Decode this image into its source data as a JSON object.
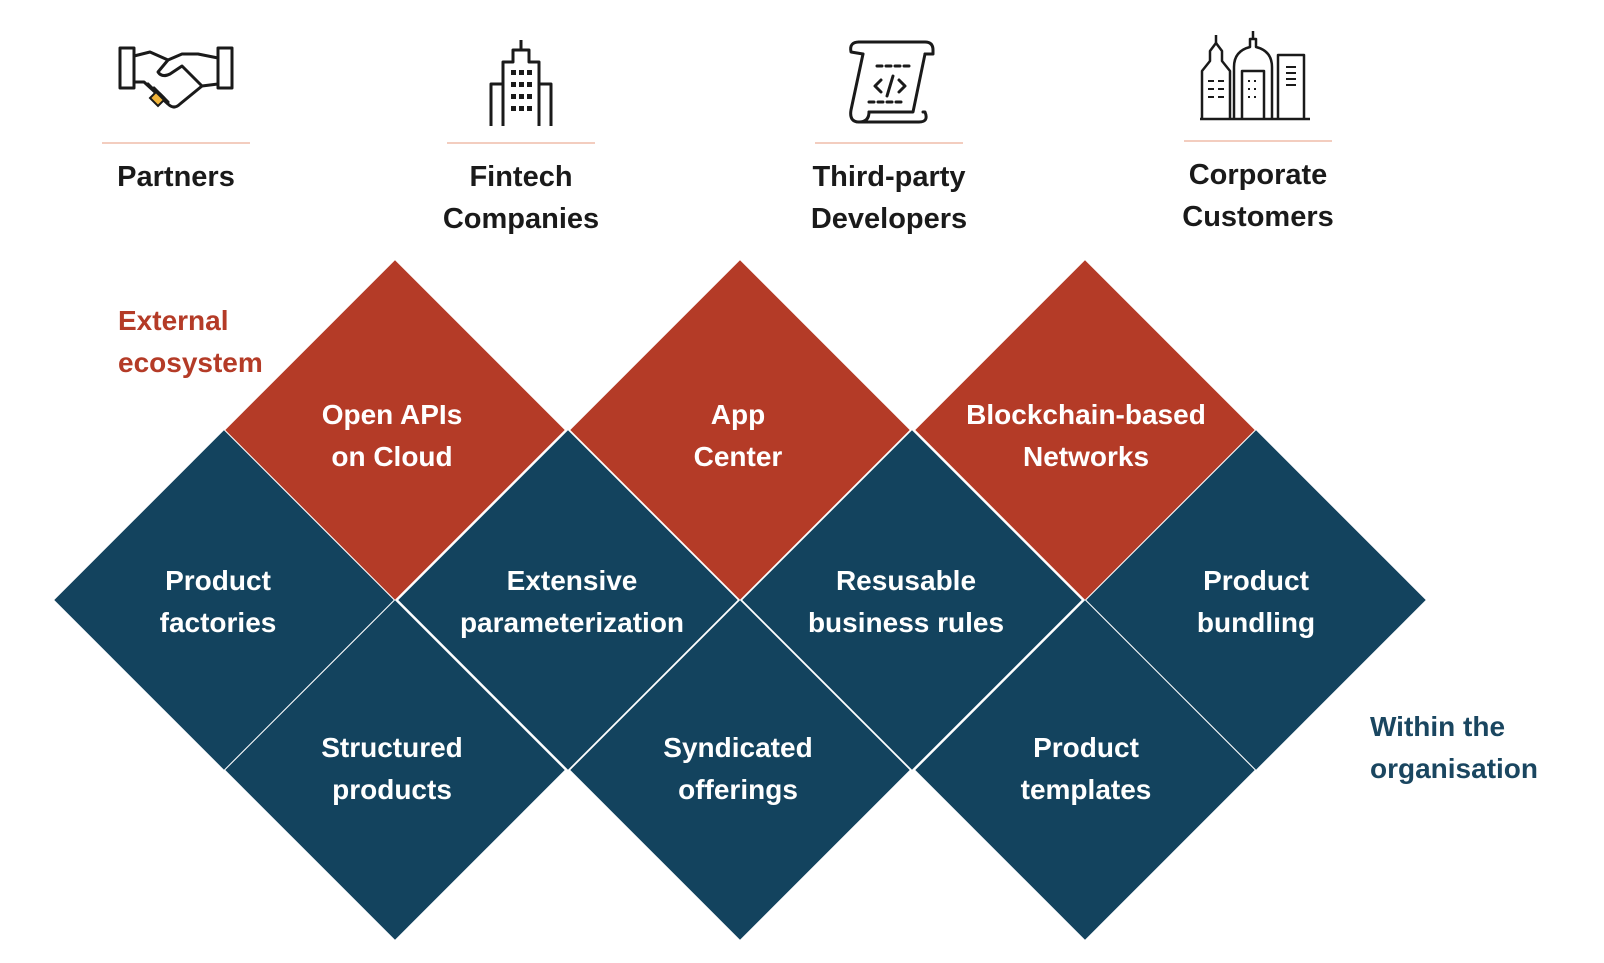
{
  "stakeholders": [
    {
      "icon": "handshake-icon",
      "label": "Partners"
    },
    {
      "icon": "office-building-icon",
      "label": "Fintech\nCompanies"
    },
    {
      "icon": "code-scroll-icon",
      "label": "Third-party\nDevelopers"
    },
    {
      "icon": "city-skyline-icon",
      "label": "Corporate\nCustomers"
    }
  ],
  "labels": {
    "external": "External\necosystem",
    "internal": "Within the\norganisation"
  },
  "external_tiles": [
    {
      "text": "Open APIs\non Cloud"
    },
    {
      "text": "App\nCenter"
    },
    {
      "text": "Blockchain-based\nNetworks"
    }
  ],
  "internal_tiles_upper": [
    {
      "text": "Product\nfactories"
    },
    {
      "text": "Extensive\nparameterization"
    },
    {
      "text": "Resusable\nbusiness rules"
    },
    {
      "text": "Product\nbundling"
    }
  ],
  "internal_tiles_lower": [
    {
      "text": "Structured\nproducts"
    },
    {
      "text": "Syndicated\nofferings"
    },
    {
      "text": "Product\ntemplates"
    }
  ],
  "colors": {
    "external": "#b43b27",
    "internal": "#13435e",
    "divider": "#f3cdbf",
    "highlight": "#f2b53a"
  }
}
